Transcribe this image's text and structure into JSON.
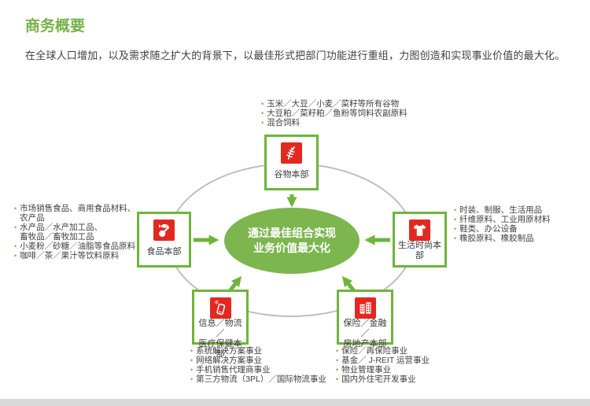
{
  "page": {
    "title": "商务概要",
    "subtitle": "在全球人口增加，以及需求随之扩大的背景下，以最佳形式把部门功能进行重组，力图创造和实现事业价值的最大化。"
  },
  "center": {
    "line1": "通过最佳组合实现",
    "line2": "业务价值最大化"
  },
  "divisions": {
    "grain": {
      "label": "谷物本部",
      "icon": "wheat-icon",
      "items": [
        "玉米／大豆／小麦／菜籽等所有谷物",
        "大豆粕／菜籽粕／鱼粉等饲料农副原料",
        "混合饲料"
      ]
    },
    "food": {
      "label": "食品本部",
      "icon": "fish-meat-icon",
      "items": [
        "市场销售食品、商用食品材料、\n农产品",
        "水产品／水产加工品、\n畜牧品／畜牧加工品",
        "小麦粉／砂糖／油脂等食品原料",
        "咖啡／茶／果汁等饮料原料"
      ]
    },
    "lifestyle": {
      "label": "生活时尚本部",
      "icon": "tshirt-icon",
      "items": [
        "时装、制服、生活用品",
        "纤维原料、工业用原材料",
        "鞋类、办公设备",
        "橡胶原料、橡胶制品"
      ]
    },
    "info": {
      "label": "信息／物流／\n医疗保健本部",
      "icon": "phone-icon",
      "items": [
        "系统解决方案事业",
        "网络解决方案事业",
        "手机销售代理商事业",
        "第三方物流（3PL）／国际物流事业"
      ]
    },
    "insurance": {
      "label": "保险／金融／\n房地产本部",
      "icon": "buildings-icon",
      "items": [
        "保险／再保险事业",
        "基金／ J-REIT 运营事业",
        "物业管理事业",
        "国内外住宅开发事业"
      ]
    }
  },
  "colors": {
    "green": "#76b24a",
    "ellipse_green": "#7db54e",
    "icon_red": "#e3281f",
    "ring_gray": "#bdbdbd",
    "text": "#3f3f3f"
  }
}
